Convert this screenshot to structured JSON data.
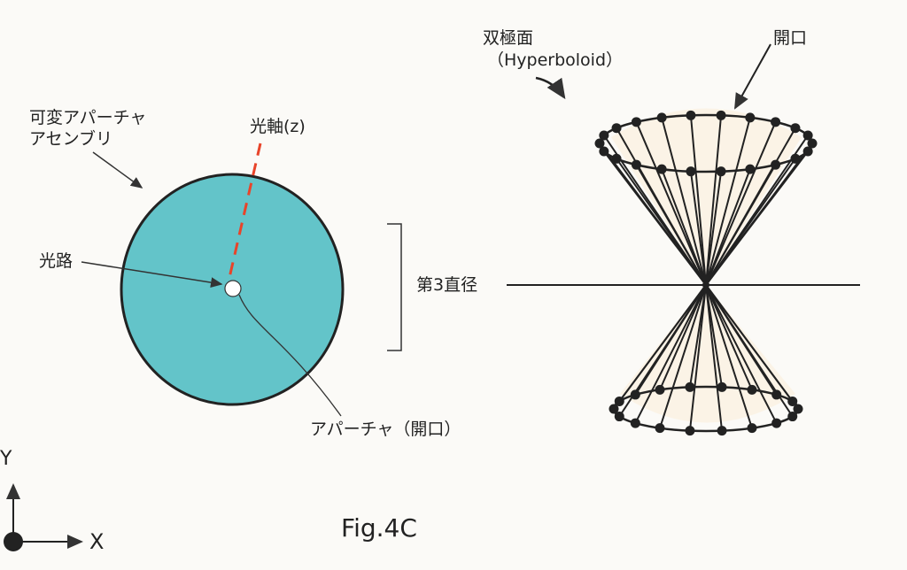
{
  "labels": {
    "variable_aperture_line1": "可変アパーチャ",
    "variable_aperture_line2": "アセンブリ",
    "optical_axis": "光軸(z)",
    "optical_path": "光路",
    "aperture_opening": "アパーチャ（開口）",
    "third_diameter": "第3直径",
    "hyperboloid_jp": "双極面",
    "hyperboloid_en": "（Hyperboloid）",
    "opening": "開口",
    "axis_y": "Y",
    "axis_x": "X",
    "figure_caption": "Fig.4C"
  },
  "colors": {
    "aperture_fill": "#63c4c9",
    "optical_axis": "#e8442a",
    "line": "#222222"
  }
}
